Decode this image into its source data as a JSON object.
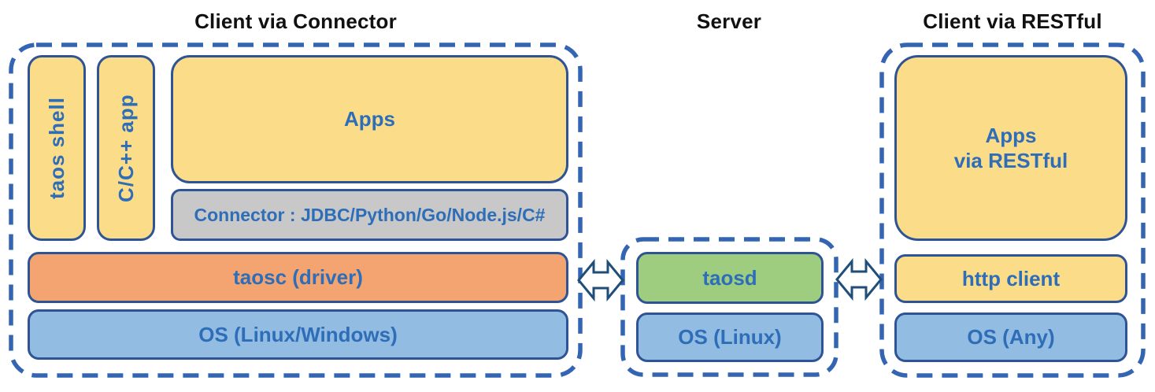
{
  "diagram": {
    "sections": {
      "connector_client": {
        "title": "Client via Connector",
        "boxes": {
          "taos_shell": "taos shell",
          "cpp_app": "C/C++ app",
          "apps": "Apps",
          "connector": "Connector : JDBC/Python/Go/Node.js/C#",
          "taosc": "taosc (driver)",
          "os": "OS (Linux/Windows)"
        }
      },
      "server": {
        "title": "Server",
        "boxes": {
          "taosd": "taosd",
          "os": "OS (Linux)"
        }
      },
      "restful_client": {
        "title": "Client via RESTful",
        "boxes": {
          "apps_line1": "Apps",
          "apps_line2": "via RESTful",
          "http_client": "http client",
          "os": "OS (Any)"
        }
      }
    },
    "icons": {
      "left_arrow": "double-headed-arrow",
      "right_arrow": "double-headed-arrow"
    },
    "colors": {
      "app_yellow": "#FBDC88",
      "driver_orange": "#F4A470",
      "daemon_green": "#9ECD80",
      "os_blue": "#92BCE2",
      "connector_gray": "#C8C8C8",
      "box_border_navy": "#2F5496",
      "label_blue": "#2E6DB8",
      "group_dash_blue": "#3465B3",
      "title_black": "#111111"
    }
  }
}
